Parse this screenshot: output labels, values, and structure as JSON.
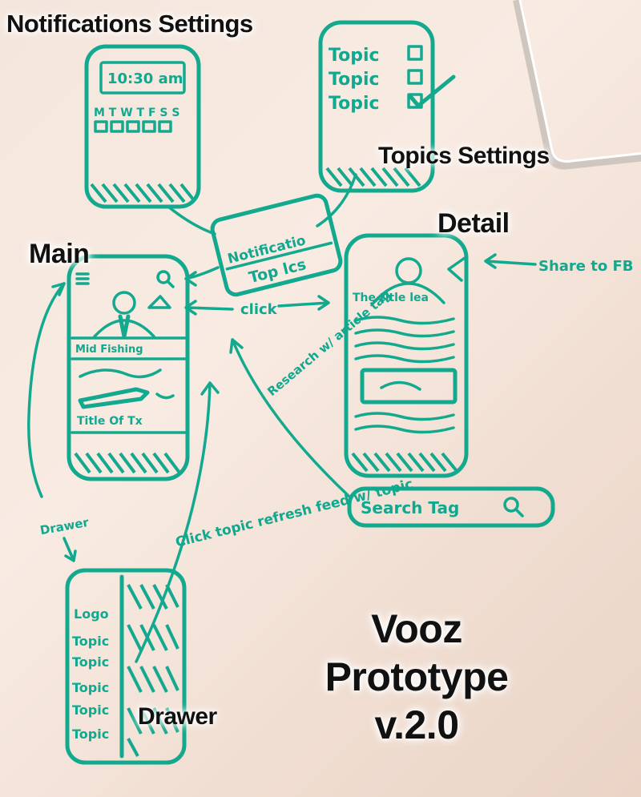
{
  "labels": {
    "notifications_settings": "Notifications Settings",
    "topics_settings": "Topics Settings",
    "detail": "Detail",
    "main": "Main",
    "drawer": "Drawer",
    "title_line1": "Vooz Prototype",
    "title_line2": "v.2.0"
  },
  "sketch": {
    "notif_time": "10:30 am",
    "notif_days": "M T W T F S S",
    "topic_rows": [
      "Topic",
      "Topic",
      "Topic"
    ],
    "menu_notif": "Notificatio",
    "menu_topics": "Top lcs",
    "main_card1": "Mid Fishing",
    "main_card2": "Title Of Tx",
    "detail_title": "The title lea",
    "share_note": "Share to FB",
    "click_note": "click",
    "research_note": "Research w/ article tag",
    "search_tag": "Search Tag",
    "drawer_note": "Drawer",
    "click_topic_note": "Click topic refresh feed w/ topic",
    "drawer_logo": "Logo",
    "drawer_topics": [
      "Topic",
      "Topic",
      "Topic",
      "Topic",
      "Topic"
    ]
  },
  "colors": {
    "marker": "#13a98f",
    "board": "#f4e6dc"
  }
}
